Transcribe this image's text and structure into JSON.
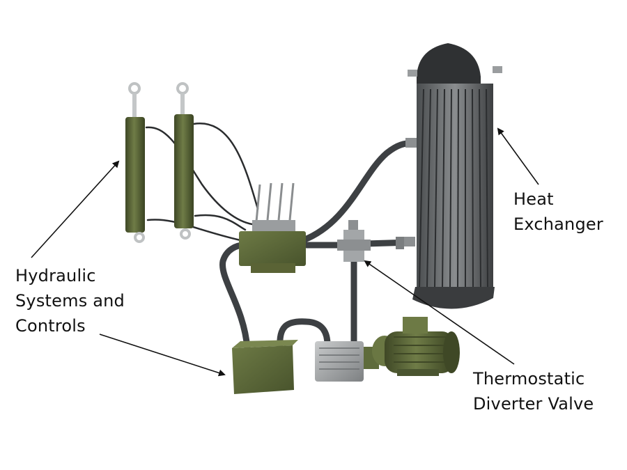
{
  "labels": {
    "heat_exchanger": [
      "Heat",
      "Exchanger"
    ],
    "hydraulic": [
      "Hydraulic",
      "Systems and",
      "Controls"
    ],
    "thermostatic_valve": [
      "Thermostatic",
      "Diverter Valve"
    ]
  },
  "colors": {
    "background": "#ffffff",
    "hose": "#3d4043",
    "olive": "#5f6b3d",
    "olive_dark": "#3f4826",
    "steel": "#6b6e70",
    "steel_dark": "#3a3c3e",
    "arrow": "#111111"
  }
}
